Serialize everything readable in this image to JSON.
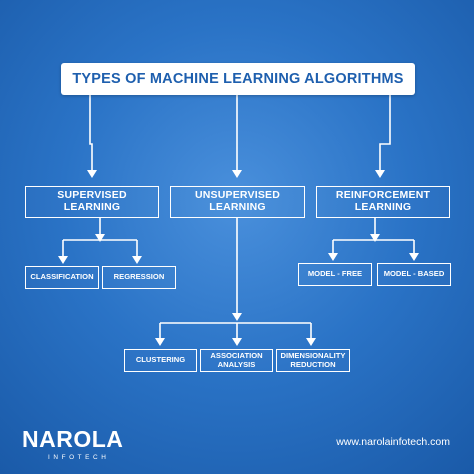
{
  "title": "TYPES OF MACHINE LEARNING ALGORITHMS",
  "categories": {
    "supervised": "SUPERVISED LEARNING",
    "unsupervised": "UNSUPERVISED LEARNING",
    "reinforcement": "REINFORCEMENT LEARNING"
  },
  "supervised_children": [
    "CLASSIFICATION",
    "REGRESSION"
  ],
  "unsupervised_children": [
    "CLUSTERING",
    "ASSOCIATION ANALYSIS",
    "DIMENSIONALITY REDUCTION"
  ],
  "reinforcement_children": [
    "MODEL - FREE",
    "MODEL - BASED"
  ],
  "footer": {
    "logo_text": "NAROLA",
    "logo_sub": "INFOTECH",
    "website": "www.narolainfotech.com"
  },
  "colors": {
    "background": "#2a73c6",
    "title_text": "#1e5fae",
    "lines": "#ffffff"
  }
}
